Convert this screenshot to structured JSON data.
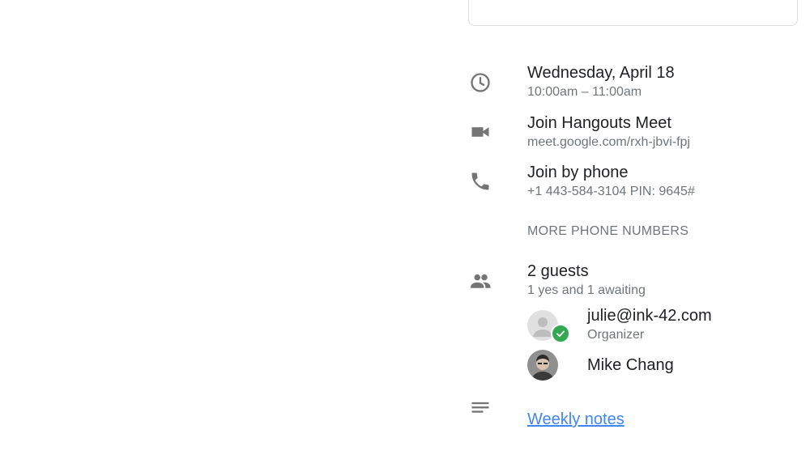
{
  "event": {
    "date": "Wednesday, April 18",
    "time_range": "10:00am – 11:00am"
  },
  "hangouts": {
    "title": "Join Hangouts Meet",
    "url": "meet.google.com/rxh-jbvi-fpj"
  },
  "phone": {
    "title": "Join by phone",
    "details": "+1 443-584-3104 PIN: 9645#",
    "more_label": "MORE PHONE NUMBERS"
  },
  "guests": {
    "summary": "2 guests",
    "status": "1 yes and 1 awaiting",
    "list": [
      {
        "name": "julie@ink-42.com",
        "role": "Organizer",
        "status": "yes"
      },
      {
        "name": "Mike Chang",
        "role": "",
        "status": "awaiting"
      }
    ]
  },
  "description": {
    "link_text": "Weekly notes"
  },
  "icons": {
    "time": "clock-icon",
    "video": "video-camera-icon",
    "phone": "phone-icon",
    "guests": "people-icon",
    "description": "notes-icon",
    "accepted": "check-icon"
  },
  "colors": {
    "icon_gray": "#757575",
    "secondary_text": "#70757a",
    "link_blue": "#4285f4",
    "accepted_green": "#34a853"
  }
}
